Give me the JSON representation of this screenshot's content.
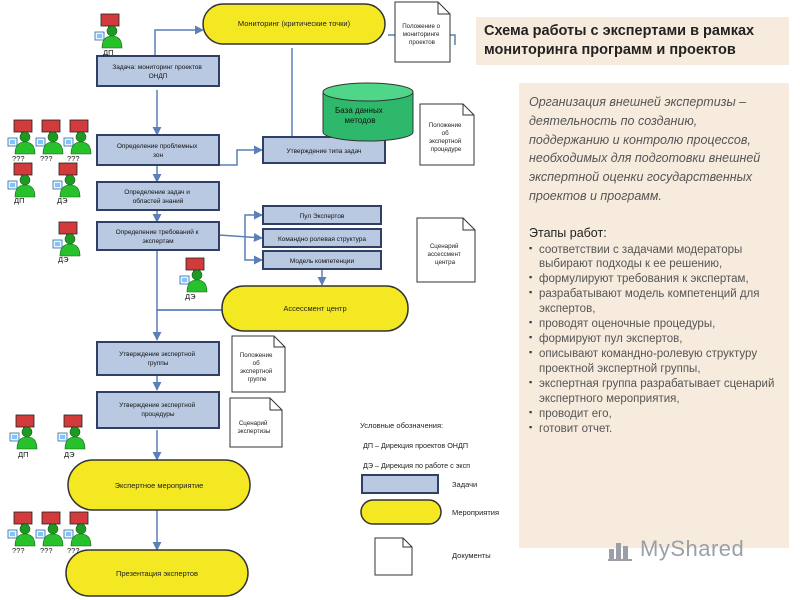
{
  "title": "Схема работы с экспертами в рамках мониторинга программ и проектов",
  "ellipses": {
    "monitoring": "Мониторинг (критические точки)",
    "assessment": "Ассессмент центр",
    "event": "Экспертное мероприятие",
    "presentation": "Презентация экспертов"
  },
  "tasks": {
    "task_monitoring": [
      "Задача: мониторинг проектов",
      "ОНДП"
    ],
    "problem_zones": [
      "Определение проблемных",
      "зон"
    ],
    "task_areas": [
      "Определение задач и",
      "областей знаний"
    ],
    "expert_requirements": [
      "Определение требований к",
      "экспертам"
    ],
    "task_type": [
      "Утверждение типа задач"
    ],
    "expert_pool": [
      "Пул Экспертов"
    ],
    "role_structure": [
      "Командно ролевая структура"
    ],
    "competence_model": [
      "Модель компетенции"
    ],
    "approve_group": [
      "Утверждение экспертной",
      "группы"
    ],
    "approve_procedure": [
      "Утверждение экспертной",
      "процедуры"
    ]
  },
  "database": [
    "База данных",
    "методов"
  ],
  "documents": {
    "projects_reg": [
      "Положение о",
      "мониторинге",
      "проектов"
    ],
    "expertise_reg": [
      "Положение",
      "об",
      "экспертной",
      "процедуре"
    ],
    "assessment_scenario": [
      "Сценарий",
      "ассессмент",
      "центра"
    ],
    "group_reg": [
      "Положение",
      "об",
      "экспертной",
      "группе"
    ],
    "expert_scenario": [
      "Сценарий",
      "экспертизы"
    ]
  },
  "person_labels": {
    "dp": "ДП",
    "de": "ДЭ",
    "unknown": "???"
  },
  "legend": {
    "title": "Условные обозначения:",
    "dp_def": "ДП – Дирекция проектов ОНДП",
    "de_def": "ДЭ – Дирекция по работе с эксп",
    "tasks": "Задачи",
    "events": "Мероприятия",
    "docs": "Документы"
  },
  "info": {
    "intro": "Организация внешней экспертизы – деятельность по созданию, поддержанию и контролю процессов, необходимых для подготовки внешней экспертной оценки государственных проектов и программ.",
    "stages_title": "Этапы работ:",
    "stages": [
      "соответствии с задачами модераторы выбирают подходы к ее решению,",
      "формулируют требования к экспертам,",
      "разрабатывают модель компетенций для экспертов,",
      "проводят оценочные процедуры,",
      "формируют пул экспертов,",
      "описывают командно-ролевую структуру проектной экспертной группы,",
      "экспертная группа разрабатывает сценарий экспертного мероприятия,",
      "проводит его,",
      "готовит отчет."
    ]
  },
  "watermark": "MyShared",
  "colors": {
    "ellipse_fill": "#f4e823",
    "task_fill": "#b9c9e2",
    "task_border": "#2f3f66",
    "database_fill": "#2eb86b",
    "arrow": "#5b7fb8",
    "person_body": "#27c22b",
    "monitor": "#d23b3b",
    "panel_bg": "#f7ebde"
  }
}
